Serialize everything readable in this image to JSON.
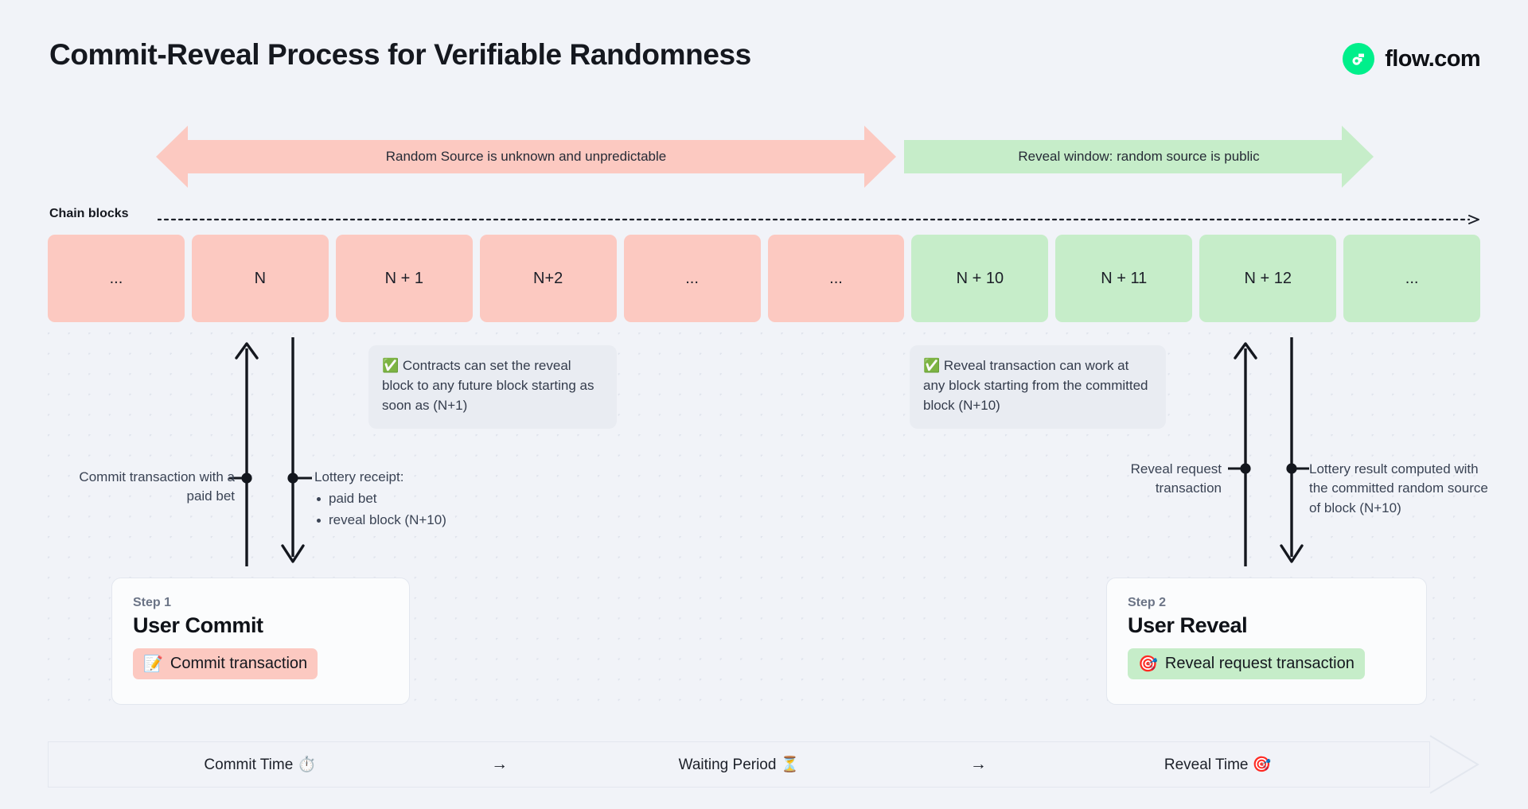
{
  "header": {
    "title": "Commit-Reveal Process for Verifiable Randomness",
    "brand_name": "flow.com",
    "brand_icon": "flow-logo-icon",
    "brand_color": "#00ef8b"
  },
  "phases": {
    "unknown": {
      "label": "Random Source is unknown and unpredictable",
      "color": "#fcc9c1"
    },
    "reveal": {
      "label": "Reveal window: random source is public",
      "color": "#c6edc9"
    }
  },
  "chain": {
    "label": "Chain blocks",
    "blocks": [
      {
        "label": "...",
        "state": "pink"
      },
      {
        "label": "N",
        "state": "pink"
      },
      {
        "label": "N + 1",
        "state": "pink"
      },
      {
        "label": "N+2",
        "state": "pink"
      },
      {
        "label": "...",
        "state": "pink"
      },
      {
        "label": "...",
        "state": "pink"
      },
      {
        "label": "N + 10",
        "state": "green"
      },
      {
        "label": "N + 11",
        "state": "green"
      },
      {
        "label": "N + 12",
        "state": "green"
      },
      {
        "label": "...",
        "state": "green"
      }
    ]
  },
  "callouts": [
    {
      "icon": "white-check-mark-emoji",
      "text": "Contracts can set the reveal block to any future block starting as soon as (N+1)"
    },
    {
      "icon": "white-check-mark-emoji",
      "text": "Reveal transaction can work at any block starting from the committed block (N+10)"
    }
  ],
  "annotations": {
    "commit": "Commit transaction with a paid bet",
    "receipt_title": "Lottery receipt:",
    "receipt_items": [
      "paid bet",
      "reveal block (N+10)"
    ],
    "reveal_request": "Reveal request transaction",
    "lottery_result": "Lottery result computed with the committed random source of block (N+10)"
  },
  "steps": [
    {
      "eyebrow": "Step 1",
      "heading": "User Commit",
      "chip_icon": "memo-emoji",
      "chip_label": "Commit transaction",
      "chip_color": "#fcc9c1"
    },
    {
      "eyebrow": "Step 2",
      "heading": "User Reveal",
      "chip_icon": "direct-hit-emoji",
      "chip_label": "Reveal request transaction",
      "chip_color": "#c6edc9"
    }
  ],
  "timeline": {
    "segments": [
      {
        "label": "Commit Time",
        "icon": "stopwatch-emoji"
      },
      {
        "label": "Waiting Period",
        "icon": "hourglass-emoji"
      },
      {
        "label": "Reveal Time",
        "icon": "direct-hit-emoji"
      }
    ],
    "separator": "→"
  }
}
